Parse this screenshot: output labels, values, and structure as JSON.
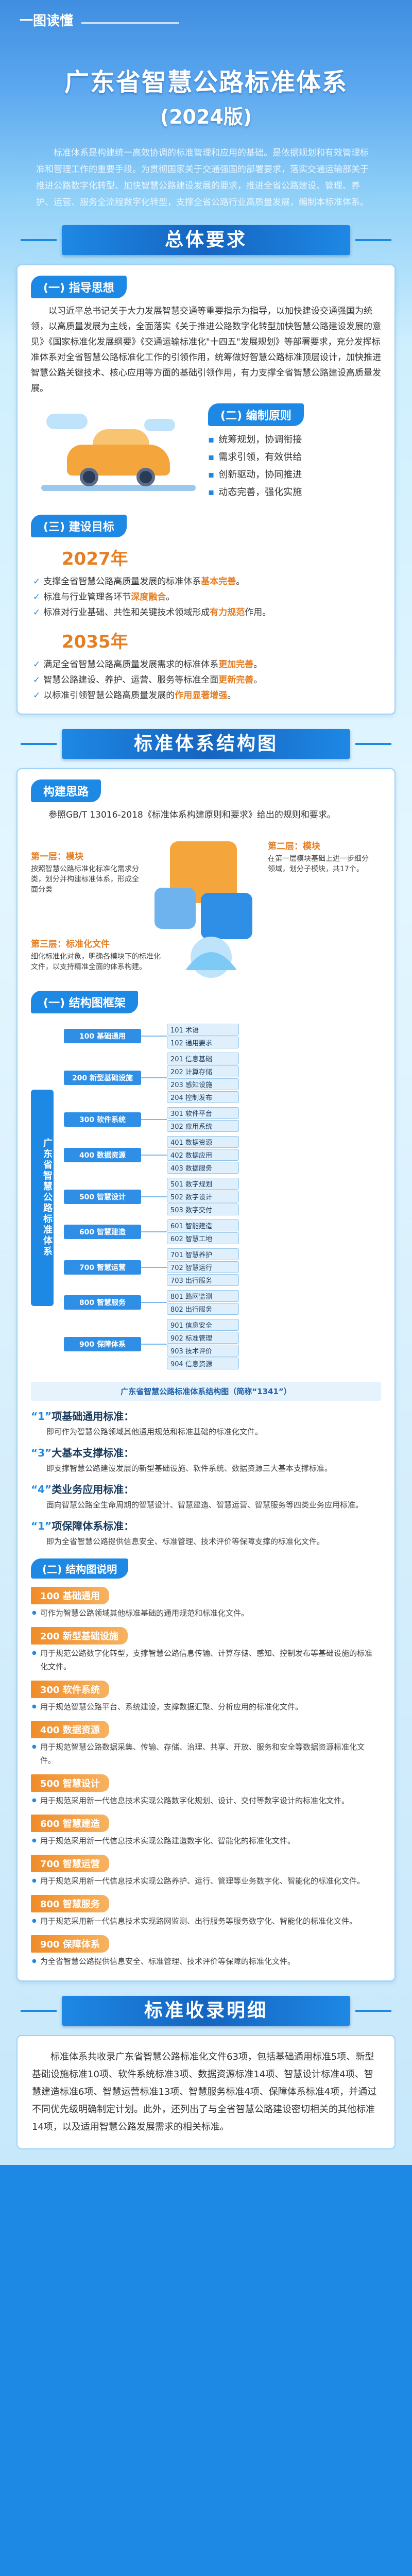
{
  "tag": "一图读懂",
  "hero": {
    "title": "广东省智慧公路标准体系",
    "subtitle": "(2024版)"
  },
  "intro": "标准体系是构建统一高效协调的标准管理和应用的基础。是依据规划和有效管理标准和管理工作的重要手段。为贯彻国家关于交通强国的部署要求，落实交通运输部关于推进公路数字化转型、加快智慧公路建设发展的要求，推进全省公路建设、管理、养护、运营、服务全流程数字化转型，支撑全省公路行业高质量发展，编制本标准体系。",
  "section1": "总体要求",
  "s1": {
    "guide_title": "(一) 指导思想",
    "guide_text": "以习近平总书记关于大力发展智慧交通等重要指示为指导，以加快建设交通强国为统领，以高质量发展为主线，全面落实《关于推进公路数字化转型加快智慧公路建设发展的意见》《国家标准化发展纲要》《交通运输标准化\"十四五\"发展规划》等部署要求，充分发挥标准体系对全省智慧公路标准化工作的引领作用，统筹做好智慧公路标准顶层设计，加快推进智慧公路关键技术、核心应用等方面的基础引领作用，有力支撑全省智慧公路建设高质量发展。",
    "principle_title": "(二) 编制原则",
    "principles": [
      "统筹规划，协调衔接",
      "需求引领，有效供给",
      "创新驱动，协同推进",
      "动态完善，强化实施"
    ],
    "goal_title": "(三) 建设目标",
    "year1": "2027年",
    "goals1": [
      {
        "pre": "支撑全省智慧公路高质量发展的标准体系",
        "hl": "基本完善",
        "post": "。"
      },
      {
        "pre": "标准与行业管理各环节",
        "hl": "深度融合",
        "post": "。"
      },
      {
        "pre": "标准对行业基础、共性和关键技术领域形成",
        "hl": "有力规范",
        "post": "作用。"
      }
    ],
    "year2": "2035年",
    "goals2": [
      {
        "pre": "满足全省智慧公路高质量发展需求的标准体系",
        "hl": "更加完善",
        "post": "。"
      },
      {
        "pre": "智慧公路建设、养护、运营、服务等标准全面",
        "hl": "更新完善",
        "post": "。"
      },
      {
        "pre": "以标准引领智慧公路高质量发展的",
        "hl": "作用显著增强",
        "post": "。"
      }
    ]
  },
  "section2": "标准体系结构图",
  "s2": {
    "framework_title": "构建思路",
    "framework_text": "参照GB/T 13016-2018《标准体系构建原则和要求》给出的规则和要求。",
    "note1_title": "第一层：模块",
    "note1_text": "按照智慧公路标准化标准化需求分类，划分并构建标准体系，形成全面分类",
    "note2_title": "第二层：模块",
    "note2_text": "在第一层模块基础上进一步细分领域，划分子模块，共17个。",
    "note3_title": "第三层：标准化文件",
    "note3_text": "细化标准化对象，明确各模块下的标准化文件，以支持精准全面的体系构建。",
    "tree_title": "(一) 结构图框架",
    "tree_root": "广东省智慧公路标准体系",
    "tree": [
      {
        "cat": "100 基础通用",
        "items": [
          "101 术语",
          "102 通用要求"
        ]
      },
      {
        "cat": "200 新型基础设施",
        "items": [
          "201 信息基础",
          "202 计算存储",
          "203 感知设施",
          "204 控制发布"
        ]
      },
      {
        "cat": "300 软件系统",
        "items": [
          "301 软件平台",
          "302 应用系统"
        ]
      },
      {
        "cat": "400 数据资源",
        "items": [
          "401 数据资源",
          "402 数据应用",
          "403 数据服务"
        ]
      },
      {
        "cat": "500 智慧设计",
        "items": [
          "501 数字规划",
          "502 数字设计",
          "503 数字交付"
        ]
      },
      {
        "cat": "600 智慧建造",
        "items": [
          "601 智能建造",
          "602 智慧工地"
        ]
      },
      {
        "cat": "700 智慧运营",
        "items": [
          "701 智慧养护",
          "702 智慧运行",
          "703 出行服务"
        ]
      },
      {
        "cat": "800 智慧服务",
        "items": [
          "801 路网监测",
          "802 出行服务"
        ]
      },
      {
        "cat": "900 保障体系",
        "items": [
          "901 信息安全",
          "902 标准管理",
          "903 技术评价",
          "904 信息资源"
        ]
      }
    ],
    "caption": "广东省智慧公路标准体系结构图（简称“1341”）",
    "explain": [
      {
        "q": "“1”",
        "title": "项基础通用标准：",
        "text": "即可作为智慧公路领域其他通用规范和标准基础的标准化文件。"
      },
      {
        "q": "“3”",
        "title": "大基本支撑标准：",
        "text": "即支撑智慧公路建设发展的新型基础设施、软件系统、数据资源三大基本支撑标准。"
      },
      {
        "q": "“4”",
        "title": "类业务应用标准：",
        "text": "面向智慧公路全生命周期的智慧设计、智慧建造、智慧运营、智慧服务等四类业务应用标准。"
      },
      {
        "q": "“1”",
        "title": "项保障体系标准：",
        "text": "即为全省智慧公路提供信息安全、标准管理、技术评价等保障支撑的标准化文件。"
      }
    ],
    "detail_title": "(二) 结构图说明",
    "details": [
      {
        "title": "100 基础通用",
        "desc": "可作为智慧公路领域其他标准基础的通用规范和标准化文件。"
      },
      {
        "title": "200 新型基础设施",
        "desc": "用于规范公路数字化转型，支撑智慧公路信息传输、计算存储、感知、控制发布等基础设施的标准化文件。"
      },
      {
        "title": "300 软件系统",
        "desc": "用于规范智慧公路平台、系统建设，支撑数据汇聚、分析应用的标准化文件。"
      },
      {
        "title": "400 数据资源",
        "desc": "用于规范智慧公路数据采集、传输、存储、治理、共享、开放、服务和安全等数据资源标准化文件。"
      },
      {
        "title": "500 智慧设计",
        "desc": "用于规范采用新一代信息技术实现公路数字化规划、设计、交付等数字设计的标准化文件。"
      },
      {
        "title": "600 智慧建造",
        "desc": "用于规范采用新一代信息技术实现公路建造数字化、智能化的标准化文件。"
      },
      {
        "title": "700 智慧运营",
        "desc": "用于规范采用新一代信息技术实现公路养护、运行、管理等业务数字化、智能化的标准化文件。"
      },
      {
        "title": "800 智慧服务",
        "desc": "用于规范采用新一代信息技术实现路网监测、出行服务等服务数字化、智能化的标准化文件。"
      },
      {
        "title": "900 保障体系",
        "desc": "为全省智慧公路提供信息安全、标准管理、技术评价等保障的标准化文件。"
      }
    ]
  },
  "section3": "标准收录明细",
  "summary": "标准体系共收录广东省智慧公路标准化文件63项，包括基础通用标准5项、新型基础设施标准10项、软件系统标准3项、数据资源标准14项、智慧设计标准4项、智慧建造标准6项、智慧运营标准13项、智慧服务标准4项、保障体系标准4项，并通过不同优先级明确制定计划。此外，还列出了与全省智慧公路建设密切相关的其他标准14项，以及适用智慧公路发展需求的相关标准。"
}
